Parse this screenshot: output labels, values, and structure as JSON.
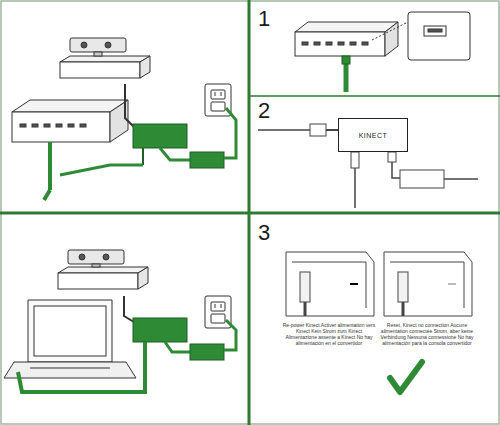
{
  "diagram": {
    "nodes": [
      {
        "text": [
          "KINECT"
        ]
      }
    ],
    "labels": [
      "1",
      "2",
      "3",
      "Re-power Kinect Activer alimentation vers Kinect Kein Strom zum Kinect Alimentazione assente a Kinect No hay alimentación en el convertidor",
      "Reset, Kinect no connection Aucune alimentation connectée Strom, aber keine Verbindung Nessuna connessione No hay alimentación para la consola convertidor"
    ]
  }
}
